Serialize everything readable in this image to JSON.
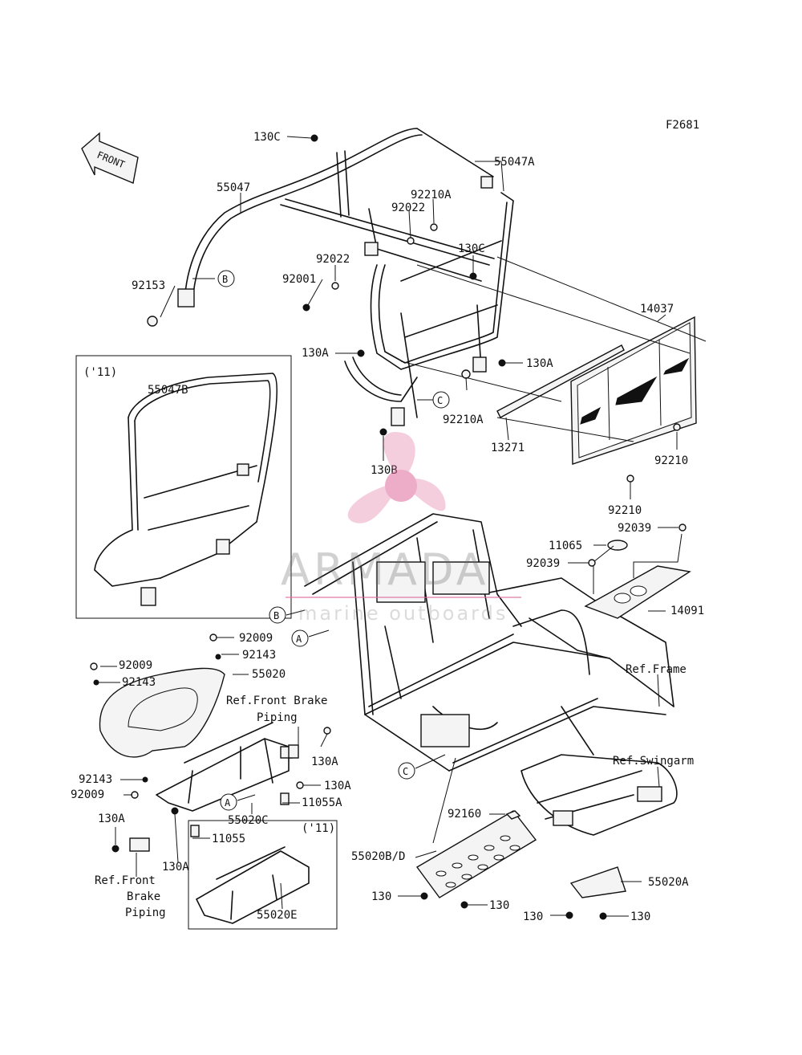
{
  "figure_code": "F2681",
  "front_label": "FRONT",
  "labels": {
    "l_130c_top": "130C",
    "l_55047a": "55047A",
    "l_55047": "55047",
    "l_92210a_top": "92210A",
    "l_92022_a": "92022",
    "l_92022_b": "92022",
    "l_130c_mid": "130C",
    "l_92001": "92001",
    "l_92153": "92153",
    "l_14037": "14037",
    "l_130a_1": "130A",
    "l_130a_2": "130A",
    "l_11_a": "('11)",
    "l_55047b": "55047B",
    "l_92210a_mid": "92210A",
    "l_13271": "13271",
    "l_130b": "130B",
    "l_92210_a": "92210",
    "l_92210_b": "92210",
    "l_92039_a": "92039",
    "l_11065": "11065",
    "l_92039_b": "92039",
    "l_14091": "14091",
    "l_92009_a": "92009",
    "l_92143_a": "92143",
    "l_92009_b": "92009",
    "l_55020": "55020",
    "l_92143_b": "92143",
    "l_ref_frame": "Ref.Frame",
    "l_ref_fbp_1": "Ref.Front Brake",
    "l_ref_fbp_2": "Piping",
    "l_ref_swingarm": "Ref.Swingarm",
    "l_130a_3": "130A",
    "l_92143_c": "92143",
    "l_92009_c": "92009",
    "l_130a_4": "130A",
    "l_11055a": "11055A",
    "l_55020c": "55020C",
    "l_92160": "92160",
    "l_130a_5": "130A",
    "l_11055": "11055",
    "l_11_b": "('11)",
    "l_130a_6": "130A",
    "l_55020bd": "55020B/D",
    "l_ref_fbp2_1": "Ref.Front",
    "l_ref_fbp2_2": "Brake",
    "l_ref_fbp2_3": "Piping",
    "l_55020e": "55020E",
    "l_130_a": "130",
    "l_130_b": "130",
    "l_55020a": "55020A",
    "l_130_c": "130",
    "l_130_d": "130"
  },
  "refs": {
    "b1": "B",
    "b2": "B",
    "a1": "A",
    "a2": "A",
    "c1": "C",
    "c2": "C"
  },
  "watermark": {
    "brand": "ARMADA",
    "tagline": "marine outboards",
    "color": "#e06a9a"
  }
}
